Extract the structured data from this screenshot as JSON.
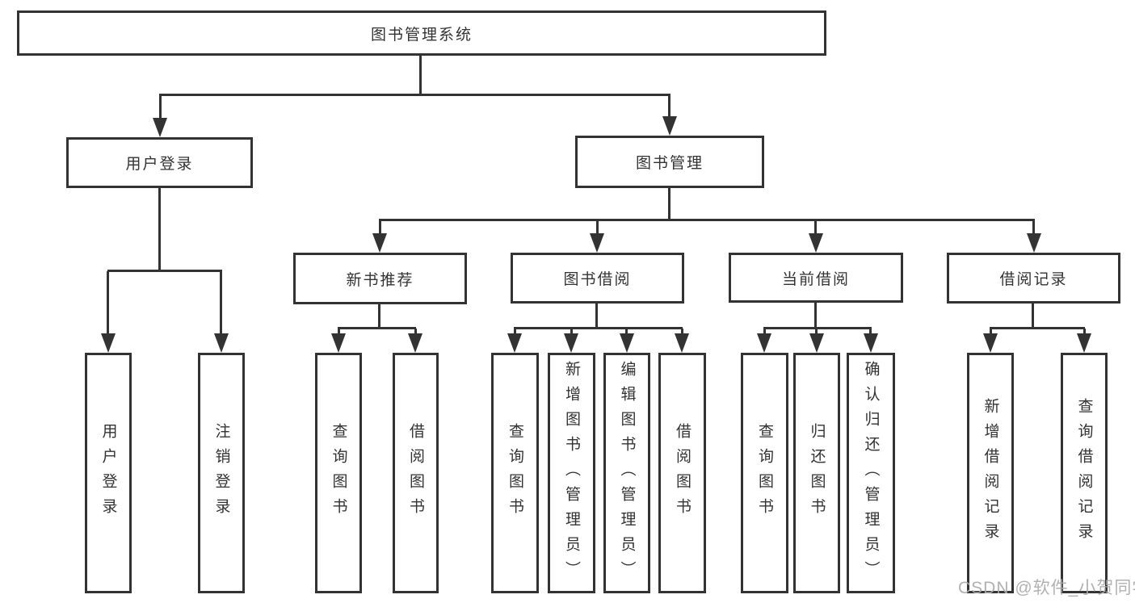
{
  "colors": {
    "line": "#333333",
    "text": "#333333",
    "background": "#ffffff",
    "watermark": "#aaaaaa"
  },
  "watermark": "CSDN @软件_小贺同学",
  "tree": {
    "root": "图书管理系统",
    "branches": [
      {
        "label": "用户登录",
        "children": [
          "用户登录",
          "注销登录"
        ]
      },
      {
        "label": "图书管理",
        "groups": [
          {
            "label": "新书推荐",
            "children": [
              "查询图书",
              "借阅图书"
            ]
          },
          {
            "label": "图书借阅",
            "children": [
              "查询图书",
              "新增图书（管理员）",
              "编辑图书（管理员）",
              "借阅图书"
            ]
          },
          {
            "label": "当前借阅",
            "children": [
              "查询图书",
              "归还图书",
              "确认归还（管理员）"
            ]
          },
          {
            "label": "借阅记录",
            "children": [
              "新增借阅记录",
              "查询借阅记录"
            ]
          }
        ]
      }
    ]
  }
}
